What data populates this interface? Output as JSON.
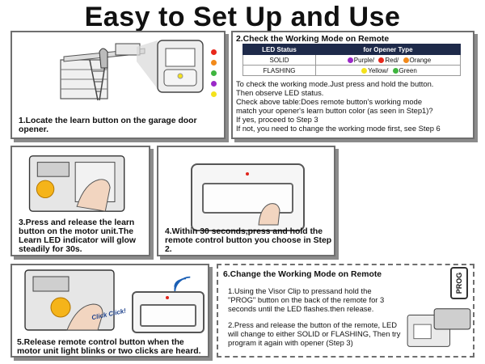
{
  "title": "Easy to Set Up and Use",
  "step1": {
    "caption": "1.Locate the learn button on the garage door opener.",
    "led_colors": [
      "#e8281c",
      "#f28a1b",
      "#3fb53f",
      "#9b28c8",
      "#f4e21c"
    ]
  },
  "step2": {
    "heading": "2.Check the Working Mode on Remote",
    "table": {
      "headers": [
        "LED Status",
        "for Opener Type"
      ],
      "rows": [
        {
          "status": "SOLID",
          "colors": [
            {
              "label": "Purple/",
              "color": "#9b28c8"
            },
            {
              "label": "Red/",
              "color": "#e8281c"
            },
            {
              "label": "Orange",
              "color": "#f28a1b"
            }
          ]
        },
        {
          "status": "FLASHING",
          "colors": [
            {
              "label": "Yellow/",
              "color": "#f4e21c"
            },
            {
              "label": "Green",
              "color": "#3fb53f"
            }
          ]
        }
      ]
    },
    "lines": [
      "To check the working mode.Just press and hold the button.",
      "Then observe LED status.",
      "Check above table:Does remote button's working mode",
      "match your opener's learn button color (as seen in Step1)?",
      "If yes, proceed to Step 3",
      "If not, you need to change the working mode first, see Step 6"
    ]
  },
  "step3": {
    "caption": "3.Press and release the learn button on the motor unit.The Learn LED indicator will glow steadily for 30s."
  },
  "step4": {
    "caption": "4.Within 30 seconds,press and hold the remote control button you choose in Step 2."
  },
  "step5": {
    "caption": "5.Release remote control button when the motor unit light blinks or two clicks are heard.",
    "click_text": "Click Click!"
  },
  "step6": {
    "heading": "6.Change the Working Mode on Remote",
    "para1": "1.Using the Visor Clip to pressand hold the \"PROG\" button on the back of the remote for 3 seconds until the LED flashes.then release.",
    "para2": "2.Press and release the button of the remote, LED will change to either SOLID or FLASHING, Then try program it again with opener (Step 3)",
    "prog_label": "PROG"
  }
}
